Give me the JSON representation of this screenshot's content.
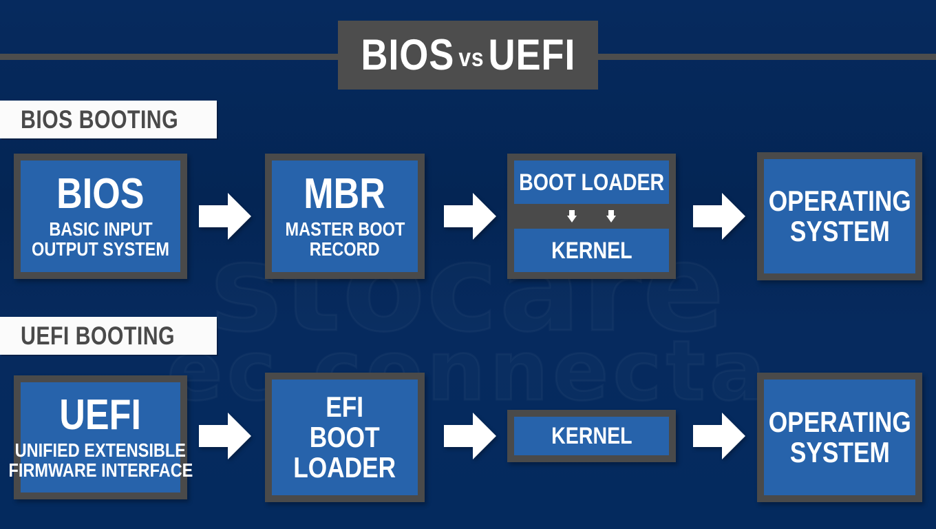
{
  "title": {
    "main_left": "BIOS",
    "vs": "vs",
    "main_right": "UEFI"
  },
  "watermark": {
    "line1": "stocare",
    "line2": "ec connecta"
  },
  "colors": {
    "background_navy": "#042554",
    "box_blue": "#2763ab",
    "border_gray": "#4a4a4a",
    "banner_white": "#fbfbfb",
    "text_white": "#ffffff",
    "title_gray": "#4d4d4d"
  },
  "sections": [
    {
      "id": "bios",
      "banner_label": "BIOS BOOTING",
      "nodes": {
        "first": {
          "title": "BIOS",
          "sub_line1": "BASIC INPUT",
          "sub_line2": "OUTPUT SYSTEM"
        },
        "second": {
          "title": "MBR",
          "sub_line1": "MASTER BOOT",
          "sub_line2": "RECORD"
        },
        "third": {
          "top_label": "BOOT LOADER",
          "bottom_label": "KERNEL"
        },
        "fourth": {
          "line1": "OPERATING",
          "line2": "SYSTEM"
        }
      }
    },
    {
      "id": "uefi",
      "banner_label": "UEFI BOOTING",
      "nodes": {
        "first": {
          "title": "UEFI",
          "sub_line1": "UNIFIED EXTENSIBLE",
          "sub_line2": "FIRMWARE INTERFACE"
        },
        "second": {
          "line1": "EFI",
          "line2": "BOOT",
          "line3": "LOADER"
        },
        "third": {
          "label": "KERNEL"
        },
        "fourth": {
          "line1": "OPERATING",
          "line2": "SYSTEM"
        }
      }
    }
  ],
  "arrows": {
    "right_arrow_icon": "arrow-right-icon",
    "down_arrow_icon": "arrow-down-icon",
    "count_right": 6,
    "count_down": 2
  }
}
